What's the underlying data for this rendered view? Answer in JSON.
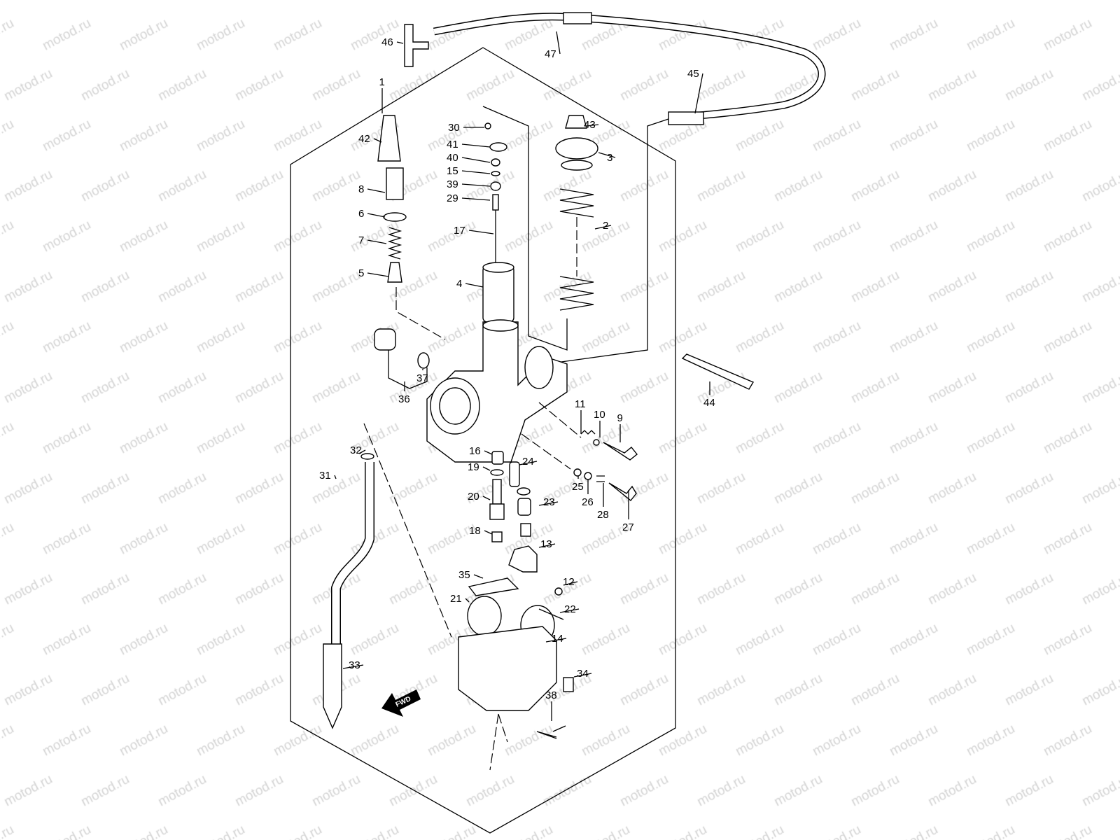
{
  "watermark": "motod.ru",
  "fwd_badge": "FWD",
  "callouts": [
    "46",
    "47",
    "45",
    "1",
    "43",
    "30",
    "3",
    "42",
    "41",
    "40",
    "15",
    "8",
    "39",
    "29",
    "6",
    "2",
    "17",
    "7",
    "5",
    "4",
    "37",
    "36",
    "11",
    "10",
    "9",
    "44",
    "16",
    "32",
    "24",
    "19",
    "31",
    "25",
    "23",
    "20",
    "26",
    "28",
    "27",
    "18",
    "13",
    "35",
    "12",
    "21",
    "22",
    "14",
    "33",
    "34",
    "38"
  ]
}
